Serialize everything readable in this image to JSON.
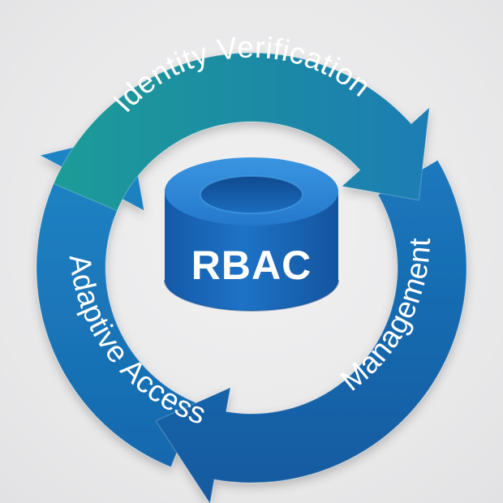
{
  "diagram": {
    "center": {
      "label": "RBAC"
    },
    "cycle": [
      {
        "label": "Identity Verification"
      },
      {
        "label": "Management"
      },
      {
        "label": "Adaptive Access"
      }
    ]
  },
  "colors": {
    "background": "#e9e9ea",
    "teal": "#1f9c98",
    "blue_mid": "#1f7fc2",
    "blue_dark": "#1663a8",
    "blue_right": "#1667b0",
    "cylinder_top": "#2c87d6",
    "cylinder_side": "#1763b4",
    "text": "#ffffff"
  }
}
